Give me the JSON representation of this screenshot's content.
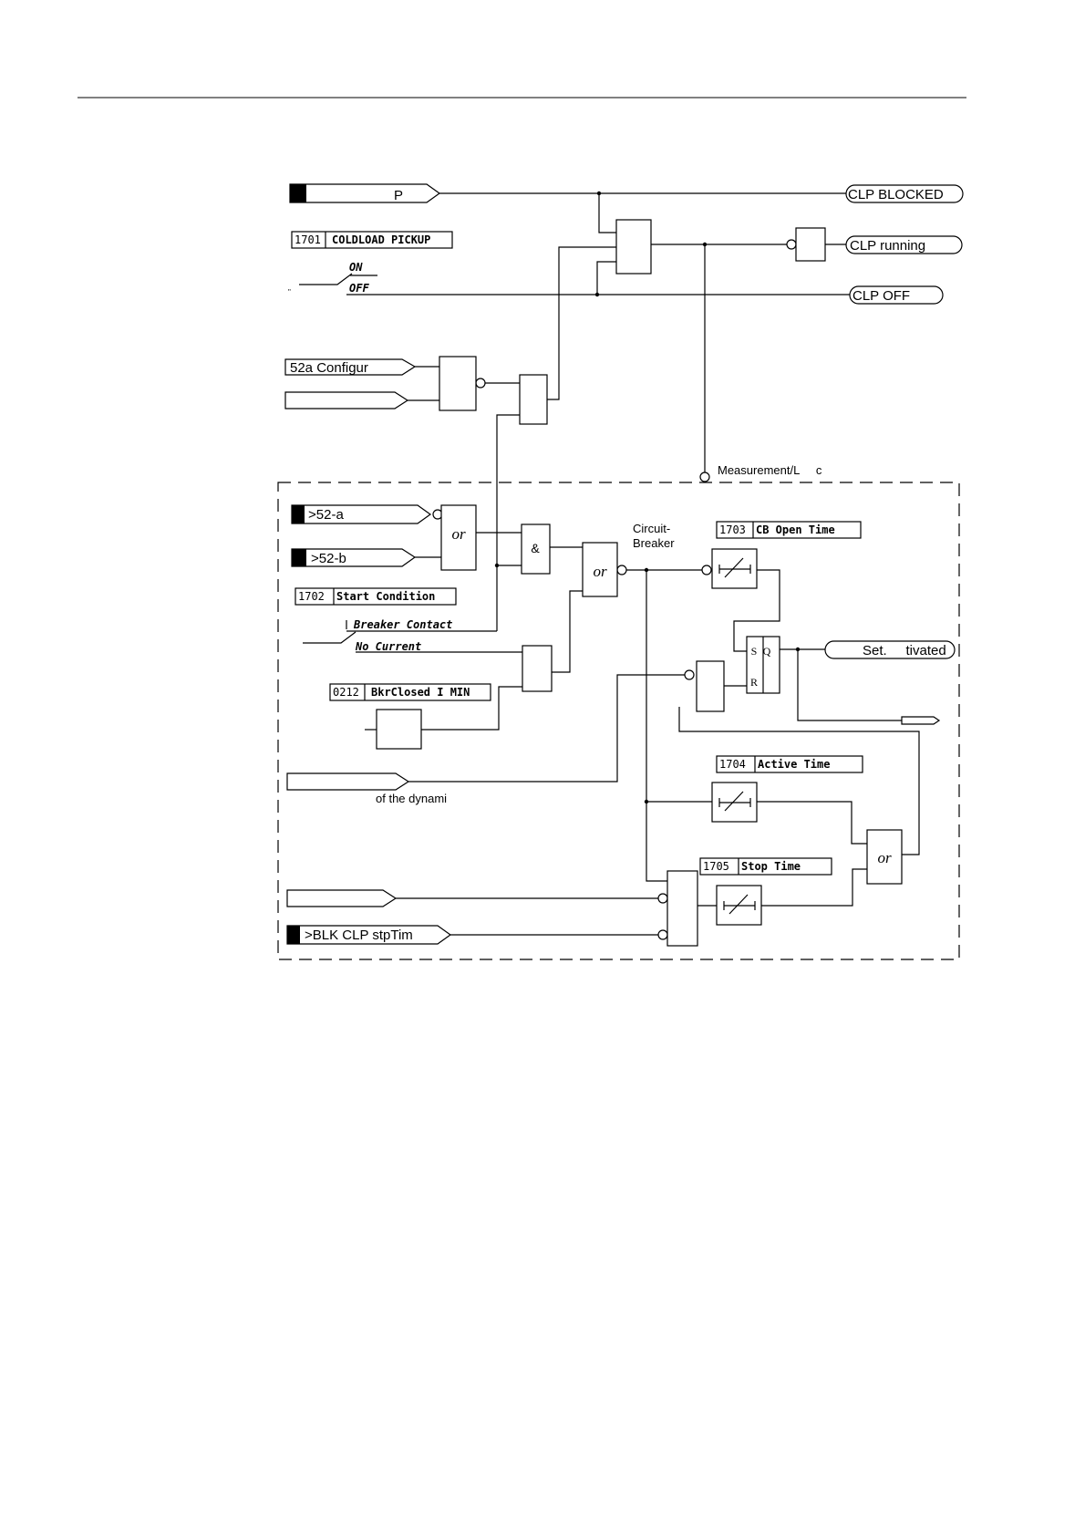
{
  "inputs": {
    "pickup": "P",
    "cb_config": "52a Configur",
    "cb_config2": "",
    "in_52a": ">52-a",
    "in_52b": ">52-b",
    "dynamic": "",
    "dynamic_note": "of the dynami",
    "blank_lower": "",
    "blk_stop": ">BLK CLP stpTim"
  },
  "outputs": {
    "blocked": "CLP BLOCKED",
    "running": "CLP running",
    "off": "CLP OFF",
    "activated": "Set.     tivated",
    "small": ""
  },
  "settings": {
    "s1701": {
      "num": "1701",
      "name": "COLDLOAD PICKUP",
      "opt_on": "ON",
      "opt_off": "OFF"
    },
    "s1702": {
      "num": "1702",
      "name": "Start Condition",
      "opt_a": "Breaker Contact",
      "opt_b": "No Current"
    },
    "s0212": {
      "num": "0212",
      "name": "BkrClosed I MIN"
    },
    "s1703": {
      "num": "1703",
      "name": "CB Open Time"
    },
    "s1704": {
      "num": "1704",
      "name": "Active Time"
    },
    "s1705": {
      "num": "1705",
      "name": "Stop Time"
    }
  },
  "labels": {
    "measurement": "Measurement/L     c",
    "cb_line1": "Circuit-",
    "cb_line2": "Breaker",
    "quote_mark": "\""
  },
  "gates": {
    "or": "or",
    "and": "&",
    "ff_s": "S",
    "ff_q": "Q",
    "ff_r": "R"
  }
}
